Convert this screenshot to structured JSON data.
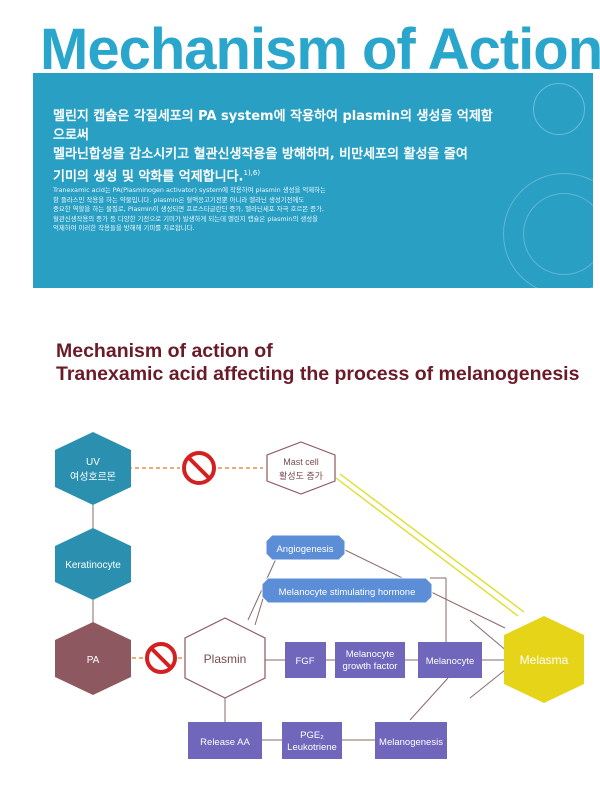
{
  "header": {
    "title": "Mechanism of Action",
    "lead_line1": "멜린지 캡슐은 각질세포의 PA system에 작용하여 plasmin의 생성을 억제함으로써",
    "lead_line2": "멜라닌합성을 감소시키고 혈관신생작용을 방해하며, 비만세포의 활성을 줄여",
    "lead_line3": "기미의 생성 및 악화를 억제합니다.",
    "lead_ref": "1),6)",
    "body_lines": [
      "Tranexamic acid는 PA(Plasminogen activator) system에 작용하여 plasmin 생성을 억제하는",
      "항 플라스민 작용을 하는 약물입니다. plasmin은 혈액응고기전뿐 아니라 멜라닌 생성기전에도",
      "중요한 역할을 하는 물질로, Plasmin이 생성되면 프로스타글란딘 증가, 멜라닌세포 자극 호르몬 증가,",
      "혈관신생작용의 증가 등 다양한 기전으로 기미가 발생하게 되는데 멜린지 캡슐은 plasmin의 생성을",
      "억제하여 이러한 작용들을 방해해 기미를 치료합니다."
    ]
  },
  "diagram": {
    "title_line1": "Mechanism of action of",
    "title_line2": "Tranexamic acid affecting the process of melanogenesis",
    "nodes": {
      "uv_line1": "UV",
      "uv_line2": "여성호르몬",
      "keratinocyte": "Keratinocyte",
      "pa": "PA",
      "mast_line1": "Mast cell",
      "mast_line2": "활성도 증가",
      "plasmin": "Plasmin",
      "angiogenesis": "Angiogenesis",
      "msh": "Melanocyte stimulating hormone",
      "fgf": "FGF",
      "mgf_line1": "Melanocyte",
      "mgf_line2": "growth factor",
      "melanocyte": "Melanocyte",
      "melasma": "Melasma",
      "release_aa": "Release AA",
      "pge_line1": "PGE₂",
      "pge_line2": "Leukotriene",
      "melanogenesis": "Melanogenesis"
    },
    "icons": [
      "no-entry-icon",
      "no-entry-icon"
    ],
    "colors": {
      "banner": "#2a9fc4",
      "hex_blue": "#2b8fb0",
      "hex_maroon": "#8e5860",
      "hex_yellow": "#e6d419",
      "box_purple": "#7066bb",
      "pill_blue": "#5b8ed6",
      "prohibit_red": "#d42020",
      "dashed_orange": "#e07a28",
      "title_maroon": "#6b1a28"
    }
  }
}
